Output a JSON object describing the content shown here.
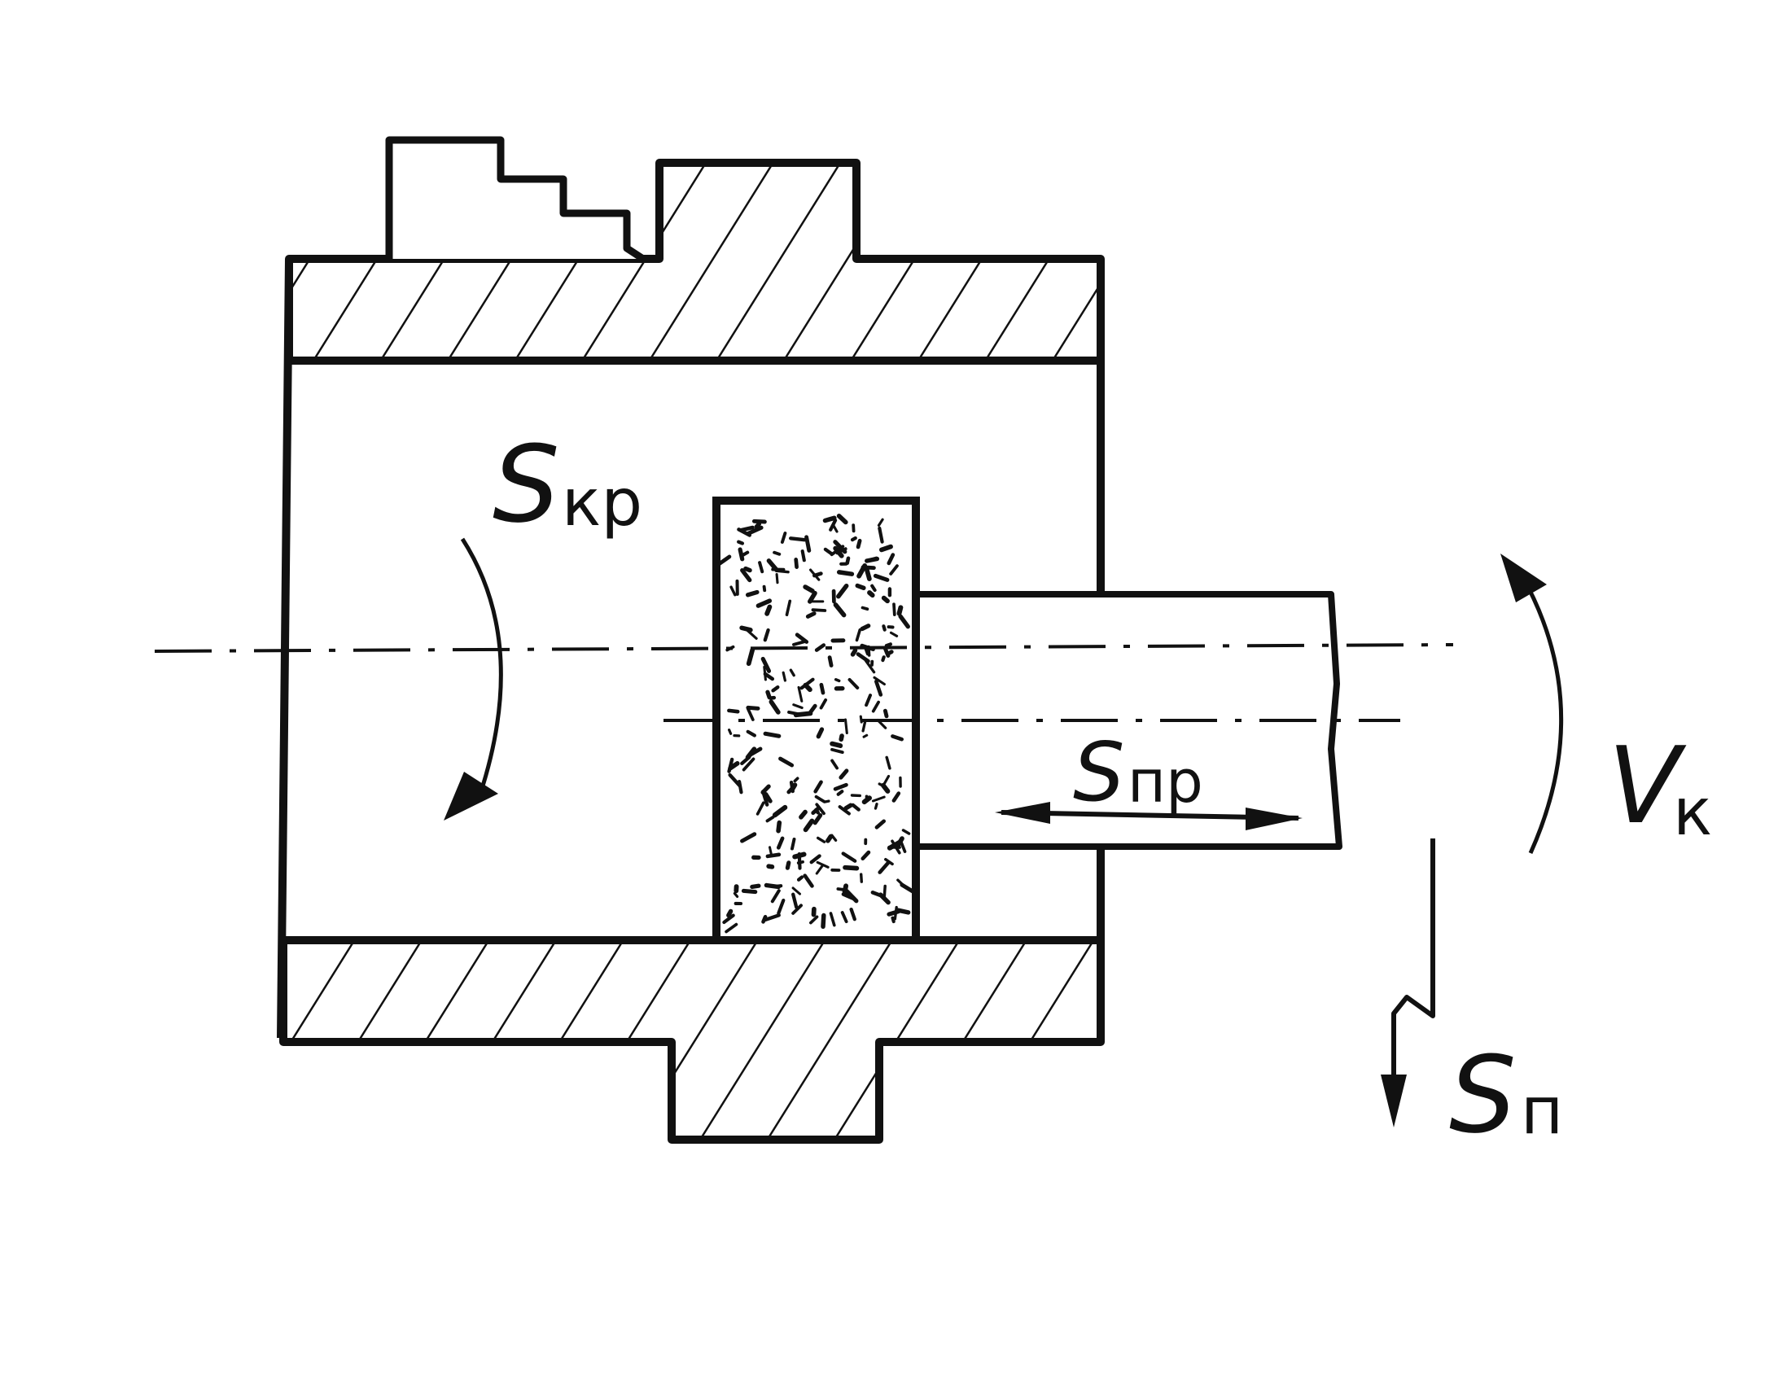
{
  "labels": {
    "circular_feed": {
      "main": "S",
      "sub": "кр"
    },
    "longitudinal_feed": {
      "main": "S",
      "sub": "пр"
    },
    "workpiece_speed": {
      "main": "V",
      "sub": "к"
    },
    "plunge_feed": {
      "main": "S",
      "sub": "п"
    }
  },
  "colors": {
    "ink": "#111111",
    "paper": "#ffffff"
  }
}
